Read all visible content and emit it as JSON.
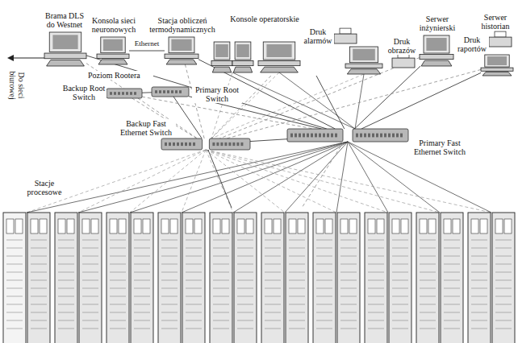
{
  "diagram": {
    "nodes": [
      {
        "text": [
          "Brama DLS do Westnet"
        ]
      },
      {
        "text": [
          "Konsola sieci neuronowych"
        ]
      },
      {
        "text": [
          "Stacja obliczeń termodynamicznych"
        ]
      },
      {
        "text": [
          "Konsole operatorskie"
        ]
      },
      {
        "text": [
          "Druk alarmów"
        ],
        "in": 3
      },
      {
        "text": [
          "Druk obrazów"
        ]
      },
      {
        "text": [
          "Serwer inżynierski"
        ]
      },
      {
        "text": [
          "Druk raportów"
        ]
      },
      {
        "text": [
          "Serwer historian"
        ]
      },
      {
        "text": [
          "Backup Root Switch"
        ]
      },
      {
        "text": [
          "Primary Root Switch"
        ]
      },
      {
        "text": [
          "Backup Fast Ethernet Switch"
        ]
      },
      {
        "text": [
          "Primary Fast Ethernet Switch"
        ]
      },
      {
        "text": [
          "Stacje procesowe"
        ]
      }
    ],
    "edges": [
      {
        "from": 0,
        "to": 12,
        "arrow": "none"
      },
      {
        "from": 0,
        "to": 11,
        "arrow": "none"
      },
      {
        "from": 1,
        "to": 2,
        "label": "Ethernet",
        "arrow": "none"
      },
      {
        "from": 2,
        "to": 12,
        "arrow": "none"
      },
      {
        "from": 2,
        "to": 11,
        "arrow": "none"
      },
      {
        "from": 3,
        "to": 12,
        "arrow": "none"
      },
      {
        "from": 3,
        "to": 11,
        "arrow": "none"
      },
      {
        "from": 6,
        "to": 12,
        "arrow": "none"
      },
      {
        "from": 6,
        "to": 11,
        "arrow": "none"
      },
      {
        "from": 8,
        "to": 12,
        "arrow": "none"
      },
      {
        "from": 8,
        "to": 11,
        "arrow": "none"
      },
      {
        "from": 9,
        "to": 10,
        "arrow": "none"
      },
      {
        "from": 10,
        "to": 12,
        "arrow": "none"
      },
      {
        "from": 9,
        "to": 11,
        "arrow": "none"
      },
      {
        "from": 10,
        "to": 11,
        "arrow": "none"
      },
      {
        "from": 9,
        "to": 12,
        "arrow": "none"
      },
      {
        "from": 11,
        "to": 12,
        "arrow": "none"
      },
      {
        "from": 11,
        "to": 13,
        "arrow": "none"
      },
      {
        "from": 12,
        "to": 13,
        "arrow": "none"
      }
    ],
    "labels": [
      "Do sieci biurowej",
      "Poziom Rootera"
    ]
  }
}
